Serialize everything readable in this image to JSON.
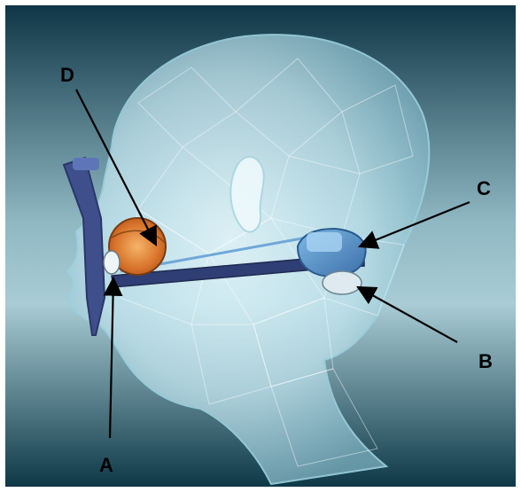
{
  "labels": {
    "a": "A",
    "b": "B",
    "c": "C",
    "d": "D"
  },
  "colors": {
    "background_top": "#103f50",
    "background_mid": "#9fc3cd",
    "background_bottom": "#0f3c4c",
    "head_fill": "#cfeef7",
    "glasses": "#3e4f8c",
    "eye": "#e78b3a",
    "arrow": "#000000"
  },
  "icons": [
    "transparent-head",
    "eyeglasses-frame",
    "eye",
    "ear",
    "camera-unit"
  ]
}
